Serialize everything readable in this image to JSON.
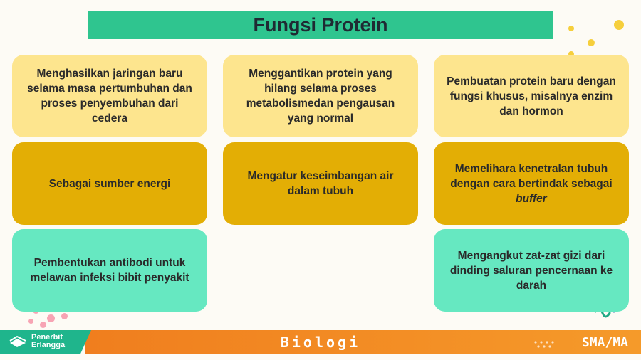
{
  "title": "Fungsi Protein",
  "cards": {
    "growth": "Menghasilkan jaringan baru selama masa pertumbuhan dan proses penyembuhan dari cedera",
    "replace": "Menggantikan protein yang hilang selama proses metabolismedan pengausan yang normal",
    "new_protein": "Pembuatan protein baru dengan fungsi khusus, misalnya enzim dan hormon",
    "energy": "Sebagai sumber energi",
    "water": "Mengatur keseimbangan air dalam tubuh",
    "neutral_main": "Memelihara kenetralan tubuh dengan cara bertindak sebagai",
    "neutral_italic": "buffer",
    "antibody": "Pembentukan antibodi untuk melawan infeksi bibit penyakit",
    "transport": "Mengangkut zat-zat gizi dari dinding saluran pencernaan ke darah"
  },
  "footer": {
    "publisher_line1": "Penerbit",
    "publisher_line2": "Erlangga",
    "subject": "Biologi",
    "level": "SMA/MA"
  },
  "colors": {
    "title_bar": "#2fc58f",
    "card_light": "#fde58e",
    "card_gold": "#e3ae05",
    "card_mint": "#66e8c1",
    "footer_orange": "#f07e1e",
    "footer_green": "#1fb58c"
  },
  "icons": [
    "publisher-logo-icon",
    "decorative-dots",
    "squiggle-decoration"
  ]
}
